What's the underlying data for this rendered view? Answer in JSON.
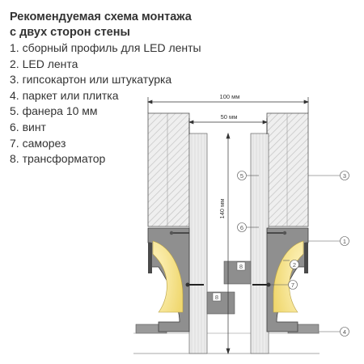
{
  "legend": {
    "title_line1": "Рекомендуемая схема монтажа",
    "title_line2": "с двух сторон стены",
    "items": [
      "1. сборный профиль для LED ленты",
      "2. LED лента",
      "3. гипсокартон или штукатурка",
      "4. паркет или плитка",
      "5. фанера 10 мм",
      "6. винт",
      "7. саморез",
      "8. трансформатор"
    ]
  },
  "dimensions": {
    "total_width": "100 мм",
    "inner_width": "50 мм",
    "height": "140 мм"
  },
  "callouts": [
    "1",
    "2",
    "3",
    "4",
    "5",
    "6",
    "7",
    "8"
  ],
  "colors": {
    "profile": "#8f8f8f",
    "profile_dark": "#4a4a4a",
    "led_glow": "#f2e08a",
    "wall_hatch": "#c4c4c4",
    "plywood": "#e6e6e6",
    "line": "#333333"
  }
}
